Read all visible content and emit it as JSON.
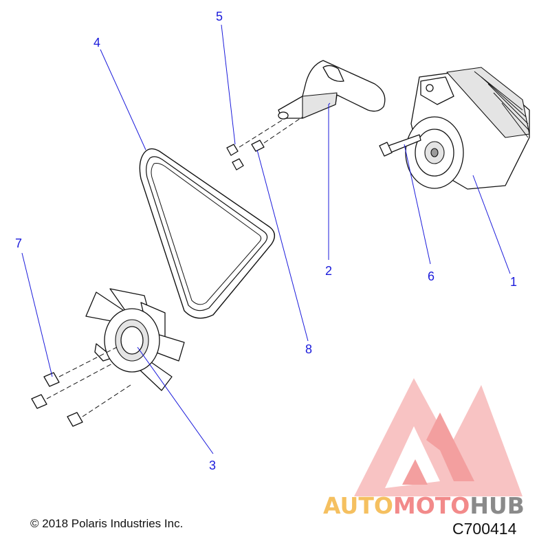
{
  "diagram": {
    "callouts": [
      {
        "id": "1",
        "label": "1"
      },
      {
        "id": "2",
        "label": "2"
      },
      {
        "id": "3",
        "label": "3"
      },
      {
        "id": "4",
        "label": "4"
      },
      {
        "id": "5",
        "label": "5"
      },
      {
        "id": "6",
        "label": "6"
      },
      {
        "id": "7",
        "label": "7"
      },
      {
        "id": "8",
        "label": "8"
      }
    ],
    "copyright": "© 2018 Polaris Industries Inc.",
    "drawing_number": "C700414"
  },
  "watermark": {
    "part1": "AUTO",
    "part2": "MOTO",
    "part3": "HUB"
  },
  "colors": {
    "callout": "#1a1adb",
    "watermark_red": "#f28a8a",
    "watermark_orange": "#f5c060",
    "watermark_gray": "#8a8a8a"
  }
}
